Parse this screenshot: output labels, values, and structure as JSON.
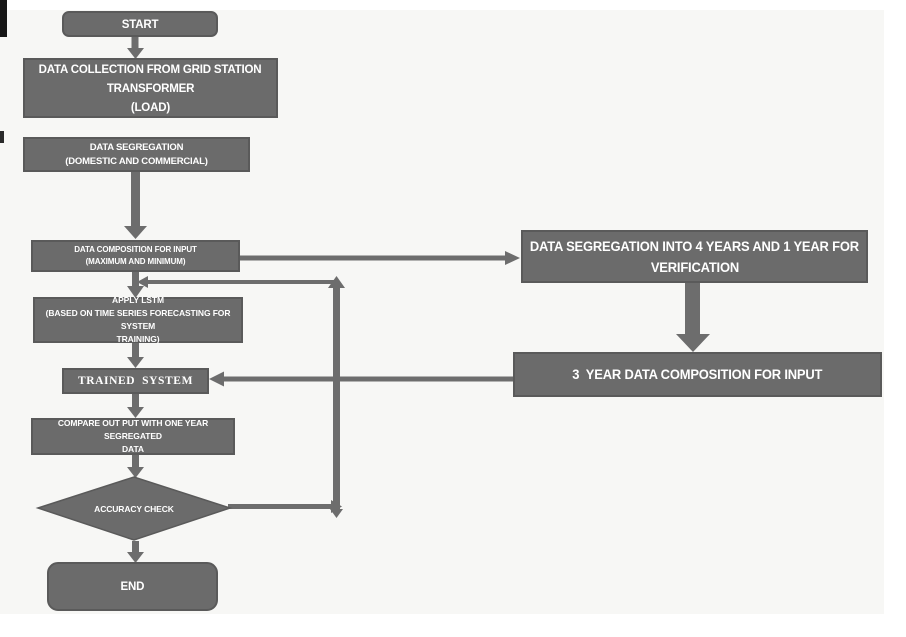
{
  "flowchart": {
    "nodes": {
      "start": {
        "label": "START"
      },
      "data_collection": {
        "line1": "DATA COLLECTION FROM GRID STATION",
        "line2": "TRANSFORMER",
        "line3": "(LOAD)"
      },
      "data_segregation": {
        "line1": "DATA SEGREGATION",
        "line2": "(DOMESTIC AND COMMERCIAL)"
      },
      "data_composition": {
        "line1": "DATA COMPOSITION FOR INPUT",
        "line2": "(MAXIMUM AND MINIMUM)"
      },
      "apply_lstm": {
        "line1": "APPLY LSTM",
        "line2": "(BASED ON TIME SERIES FORECASTING FOR SYSTEM",
        "line3": "TRAINING)"
      },
      "trained_system": {
        "label": "TRAINED  SYSTEM"
      },
      "compare_output": {
        "line1": "COMPARE OUT PUT WITH ONE YEAR SEGREGATED",
        "line2": "DATA"
      },
      "accuracy_check": {
        "label": "ACCURACY CHECK"
      },
      "end": {
        "label": "END"
      },
      "segregation_verification": {
        "line1": "DATA SEGREGATION INTO 4 YEARS AND 1 YEAR FOR",
        "line2": "VERIFICATION"
      },
      "three_year_composition": {
        "label": "3  YEAR DATA COMPOSITION FOR INPUT"
      }
    },
    "edges": [
      {
        "from": "start",
        "to": "data_collection"
      },
      {
        "from": "data_segregation",
        "to": "data_composition"
      },
      {
        "from": "data_composition",
        "to": "apply_lstm"
      },
      {
        "from": "data_composition",
        "to": "segregation_verification"
      },
      {
        "from": "segregation_verification",
        "to": "three_year_composition"
      },
      {
        "from": "three_year_composition",
        "to": "trained_system"
      },
      {
        "from": "apply_lstm",
        "to": "trained_system"
      },
      {
        "from": "trained_system",
        "to": "compare_output"
      },
      {
        "from": "compare_output",
        "to": "accuracy_check"
      },
      {
        "from": "accuracy_check",
        "to": "apply_lstm",
        "note": "feedback loop"
      },
      {
        "from": "accuracy_check",
        "to": "end"
      }
    ],
    "colors": {
      "node_fill": "#6b6b6b",
      "node_border": "#5a5a5a",
      "arrow": "#6d6d6d",
      "canvas_bg": "#f7f7f5",
      "text": "#ffffff"
    }
  }
}
